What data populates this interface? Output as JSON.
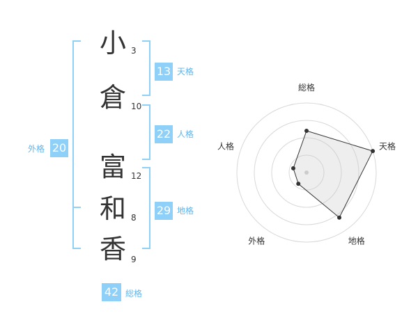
{
  "name": {
    "chars": [
      {
        "char": "小",
        "strokes": "3"
      },
      {
        "char": "倉",
        "strokes": "10"
      },
      {
        "char": "富",
        "strokes": "12"
      },
      {
        "char": "和",
        "strokes": "8"
      },
      {
        "char": "香",
        "strokes": "9"
      }
    ]
  },
  "fortunes": {
    "tenkaku": {
      "value": "13",
      "label": "天格"
    },
    "jinkaku": {
      "value": "22",
      "label": "人格"
    },
    "chikaku": {
      "value": "29",
      "label": "地格"
    },
    "gaikaku": {
      "value": "20",
      "label": "外格"
    },
    "soukaku": {
      "value": "42",
      "label": "総格"
    }
  },
  "colors": {
    "accent": "#8fd0f8",
    "label": "#5fb6ee"
  },
  "chart_data": {
    "type": "radar",
    "axes": [
      "総格",
      "天格",
      "地格",
      "外格",
      "人格"
    ],
    "values": [
      3,
      5,
      4,
      1,
      1
    ],
    "max": 5,
    "rings": 4
  }
}
